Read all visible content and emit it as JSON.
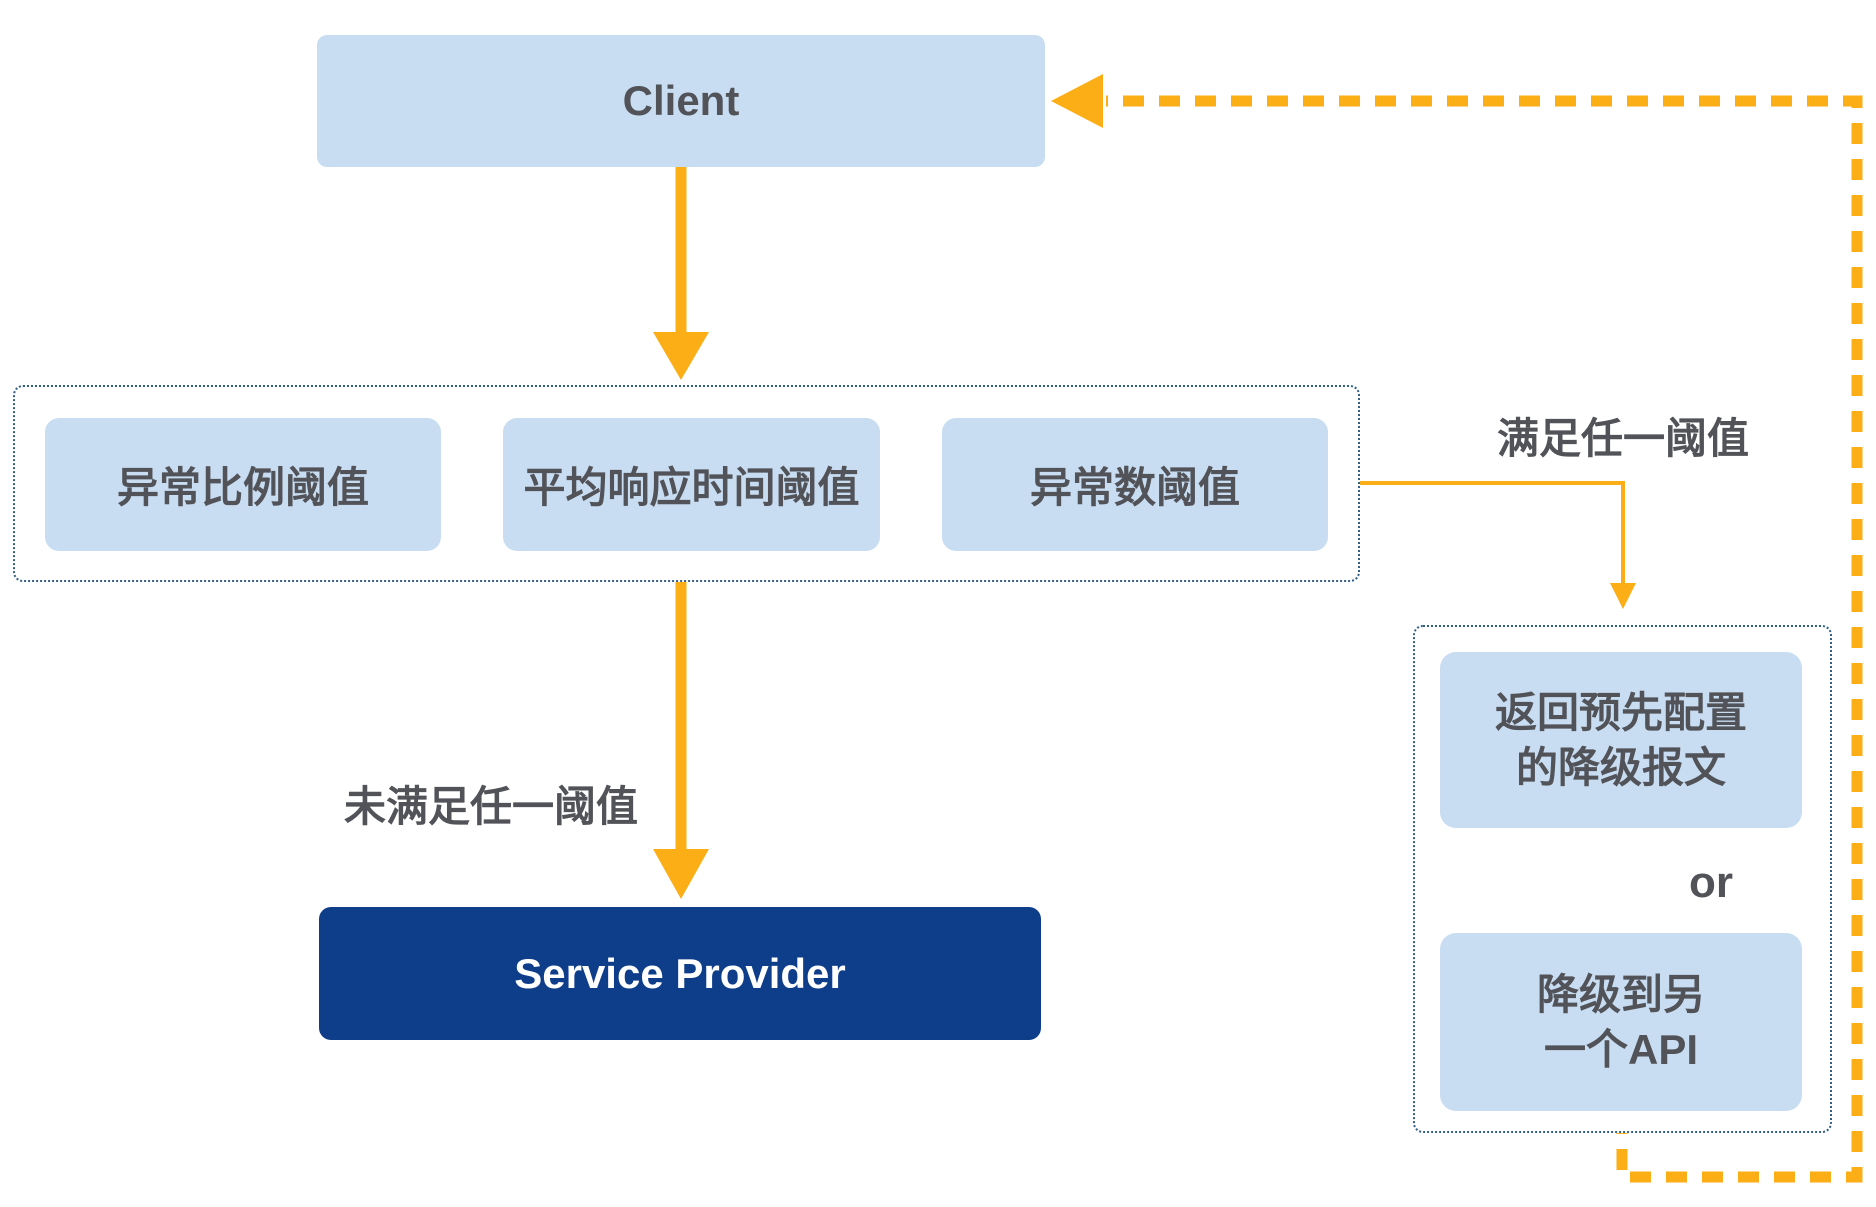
{
  "diagram": {
    "client": "Client",
    "service_provider": "Service Provider",
    "thresholds": [
      "异常比例阈值",
      "平均响应时间阈值",
      "异常数阈值"
    ],
    "meet_label": "满足任一阈值",
    "not_meet_label": "未满足任一阈值",
    "fallback_return": "返回预先配置\n的降级报文",
    "fallback_api": "降级到另\n一个API",
    "or_label": "or"
  },
  "colors": {
    "node_blue": "#C9DDF2",
    "node_navy": "#0E3D8A",
    "arrow_amber": "#FCAE16",
    "dotted_border": "#336089",
    "text_dark": "#515359",
    "text_white": "#FFFFFF"
  }
}
